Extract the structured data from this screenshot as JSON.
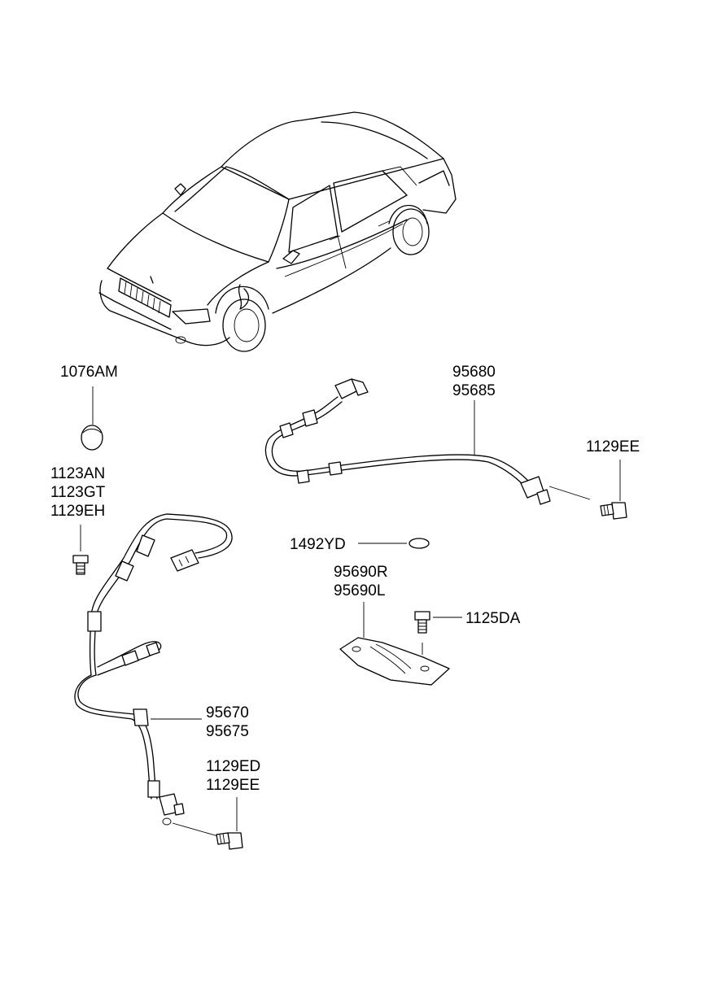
{
  "part_labels": {
    "cap": "1076AM",
    "bolts_front": [
      "1123AN",
      "1123GT",
      "1129EH"
    ],
    "sensor_rear": [
      "95680",
      "95685"
    ],
    "screw_rear": "1129EE",
    "clip": "1492YD",
    "bracket": [
      "95690R",
      "95690L"
    ],
    "bolt_bracket": "1125DA",
    "sensor_front": [
      "95670",
      "95675"
    ],
    "screws_front": [
      "1129ED",
      "1129EE"
    ]
  }
}
